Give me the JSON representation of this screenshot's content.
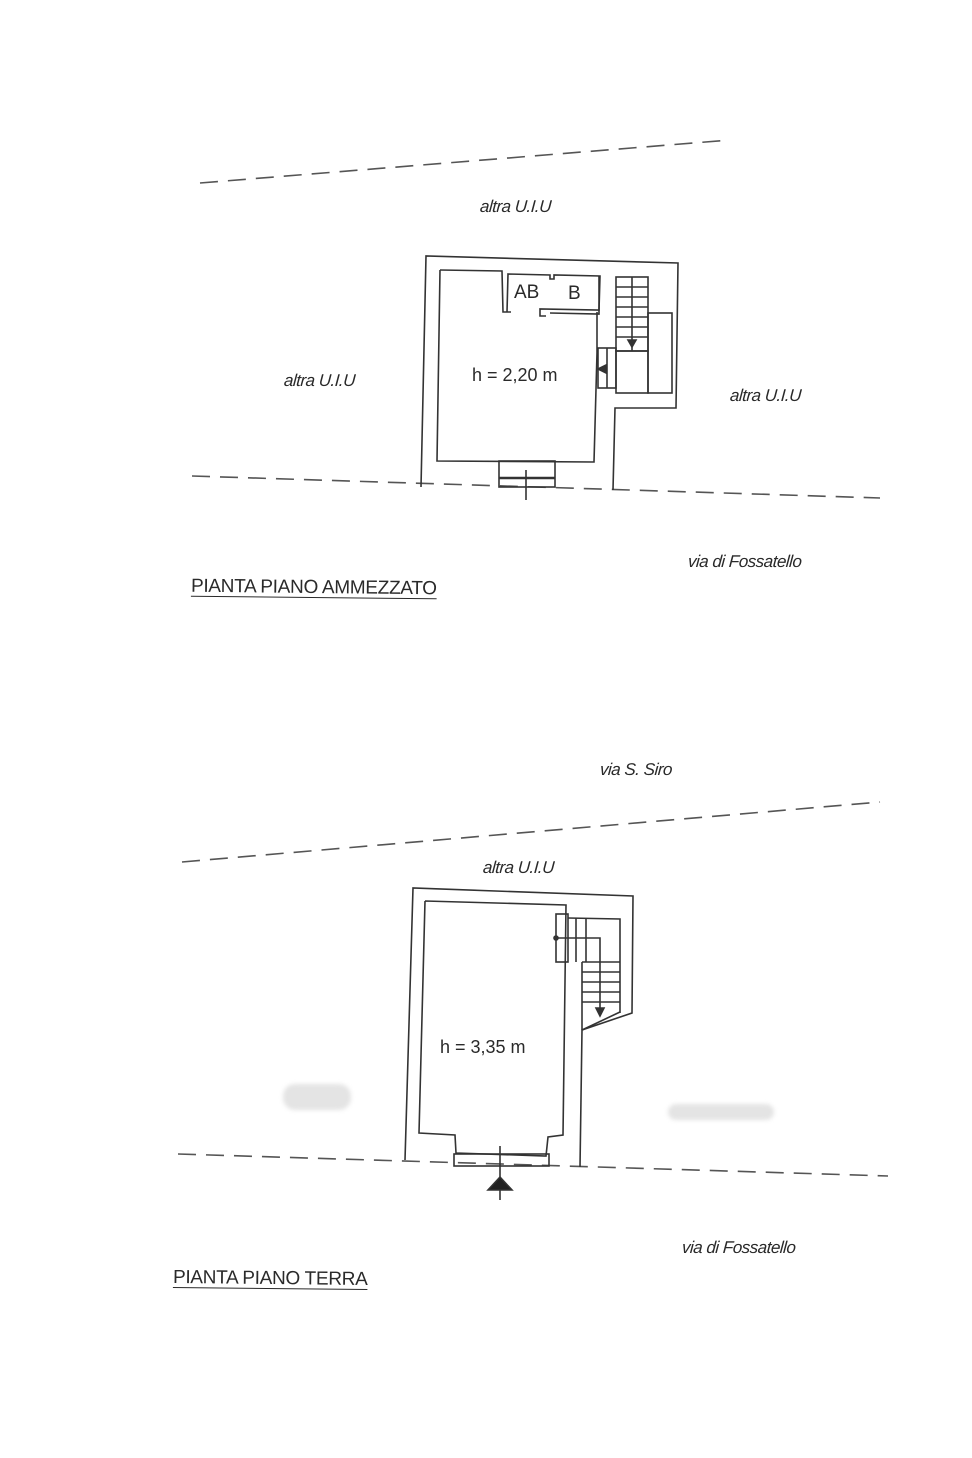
{
  "upper_plan": {
    "title": "PIANTA PIANO AMMEZZATO",
    "height_label": "h = 2,20 m",
    "rooms": [
      "AB",
      "B"
    ],
    "labels": {
      "top": "altra U.I.U",
      "left": "altra U.I.U",
      "right": "altra U.I.U",
      "street": "via di Fossatello"
    }
  },
  "lower_plan": {
    "title": "PIANTA PIANO TERRA",
    "height_label": "h = 3,35 m",
    "labels": {
      "top_street": "via S. Siro",
      "top": "altra U.I.U",
      "street": "via di Fossatello"
    }
  },
  "colors": {
    "line": "#333333",
    "dash": "#555555",
    "redaction": "#e4e4e4"
  }
}
